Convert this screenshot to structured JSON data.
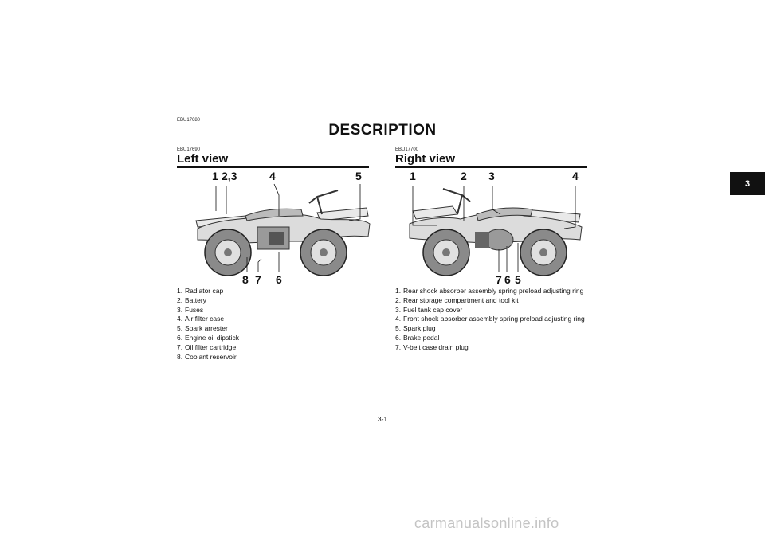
{
  "header": {
    "code": "EBU17680",
    "title": "DESCRIPTION"
  },
  "chapter_tab": "3",
  "left_view": {
    "code": "EBU17690",
    "title": "Left view",
    "callouts_top": [
      "1",
      "2,3",
      "4",
      "5"
    ],
    "callouts_bottom": [
      "8",
      "7",
      "6"
    ],
    "items": [
      {
        "num": "1.",
        "text": "Radiator cap"
      },
      {
        "num": "2.",
        "text": "Battery"
      },
      {
        "num": "3.",
        "text": "Fuses"
      },
      {
        "num": "4.",
        "text": "Air filter case"
      },
      {
        "num": "5.",
        "text": "Spark arrester"
      },
      {
        "num": "6.",
        "text": "Engine oil dipstick"
      },
      {
        "num": "7.",
        "text": "Oil filter cartridge"
      },
      {
        "num": "8.",
        "text": "Coolant reservoir"
      }
    ]
  },
  "right_view": {
    "code": "EBU17700",
    "title": "Right view",
    "callouts_top": [
      "1",
      "2",
      "3",
      "4"
    ],
    "callouts_bottom": [
      "7",
      "6",
      "5"
    ],
    "items": [
      {
        "num": "1.",
        "text": "Rear shock absorber assembly spring preload adjusting ring"
      },
      {
        "num": "2.",
        "text": "Rear storage compartment and tool kit"
      },
      {
        "num": "3.",
        "text": "Fuel tank cap cover"
      },
      {
        "num": "4.",
        "text": "Front shock absorber assembly spring preload adjusting ring"
      },
      {
        "num": "5.",
        "text": "Spark plug"
      },
      {
        "num": "6.",
        "text": "Brake pedal"
      },
      {
        "num": "7.",
        "text": "V-belt case drain plug"
      }
    ]
  },
  "footer": {
    "page_number": "3-1"
  },
  "watermark": "carmanualsonline.info"
}
